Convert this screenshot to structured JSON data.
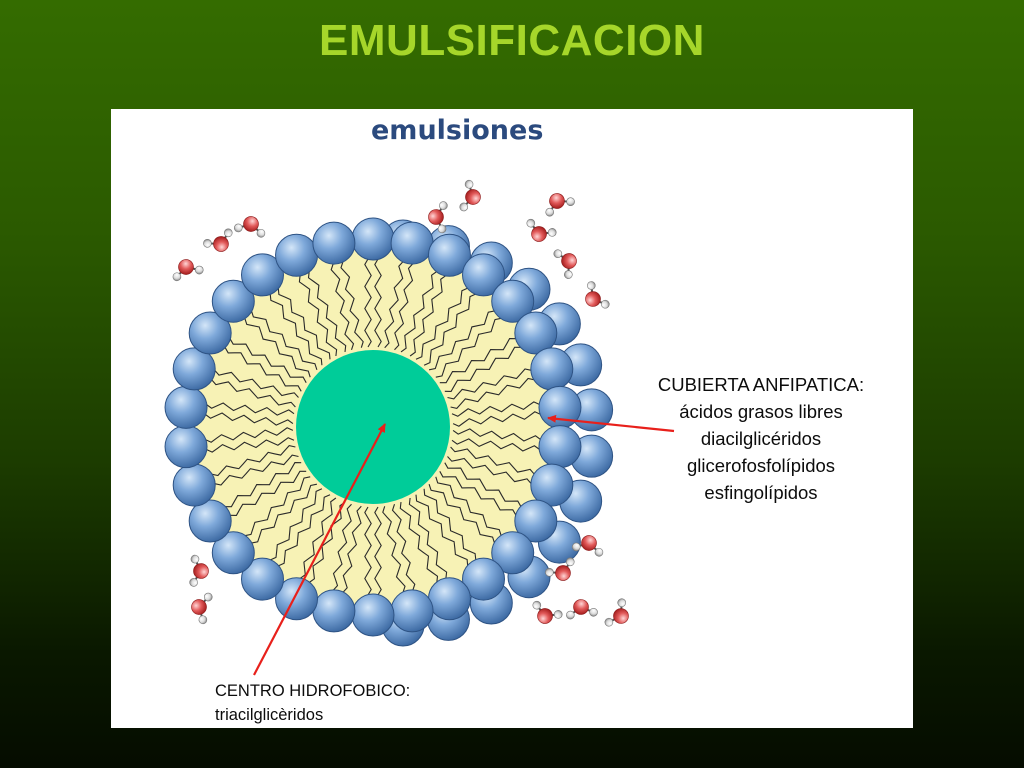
{
  "slide": {
    "title": "EMULSIFICACION"
  },
  "diagram": {
    "heading": "emulsiones",
    "shell_label": {
      "title": "CUBIERTA ANFIPATICA:",
      "items": [
        "ácidos grasos libres",
        "diacilglicéridos",
        "glicerofosfolípidos",
        "esfingolípidos"
      ]
    },
    "core_label": {
      "title": "CENTRO HIDROFOBICO:",
      "content": "triacilglicèridos"
    },
    "colors": {
      "title": "#a6d62a",
      "heading": "#2b4a7e",
      "head_group": "#6b9bd1",
      "core": "#00cc99",
      "tail_region": "#f7f2b5",
      "arrow": "#e8201b",
      "oxygen": "#e25a5a",
      "hydrogen": "#dcdcdc"
    },
    "molecule": {
      "type": "water",
      "icon": "water-molecule-icon"
    }
  }
}
